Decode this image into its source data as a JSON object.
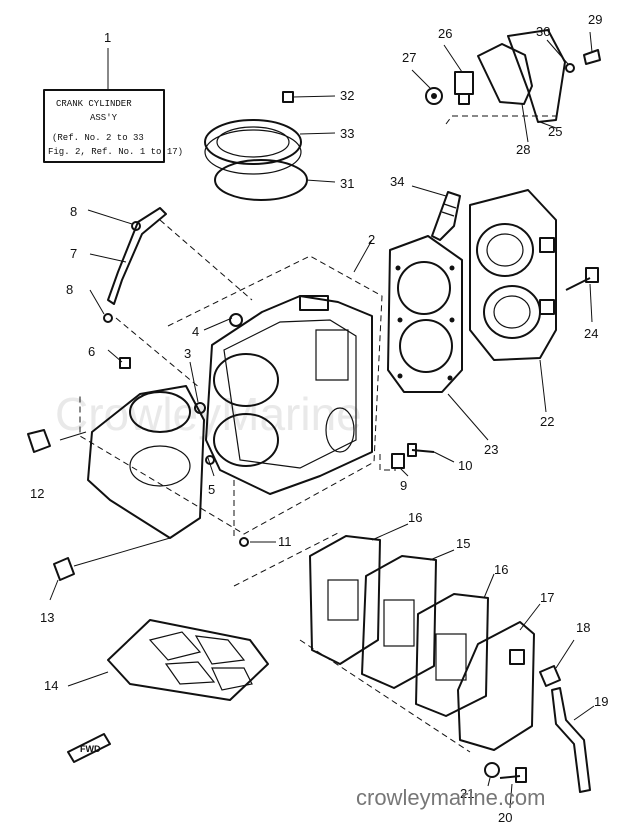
{
  "assembly_label": {
    "line1": "CRANK CYLINDER",
    "line2": "ASS'Y",
    "line3": "(Ref. No. 2 to 33",
    "line4": "Fig. 2, Ref. No. 1 to 17)"
  },
  "watermark": "CrowleyMarine",
  "footer_url": "crowleymarine.com",
  "fwd_label": "FWD",
  "callouts": {
    "c1": "1",
    "c2": "2",
    "c3": "3",
    "c4": "4",
    "c5": "5",
    "c6": "6",
    "c7": "7",
    "c8a": "8",
    "c8b": "8",
    "c9": "9",
    "c10": "10",
    "c11": "11",
    "c12": "12",
    "c13": "13",
    "c14": "14",
    "c15": "15",
    "c16a": "16",
    "c16b": "16",
    "c17": "17",
    "c18": "18",
    "c19": "19",
    "c20": "20",
    "c21": "21",
    "c22": "22",
    "c23": "23",
    "c24": "24",
    "c25": "25",
    "c26": "26",
    "c27": "27",
    "c28": "28",
    "c29": "29",
    "c30": "30",
    "c31": "31",
    "c32": "32",
    "c33": "33",
    "c34": "34"
  }
}
